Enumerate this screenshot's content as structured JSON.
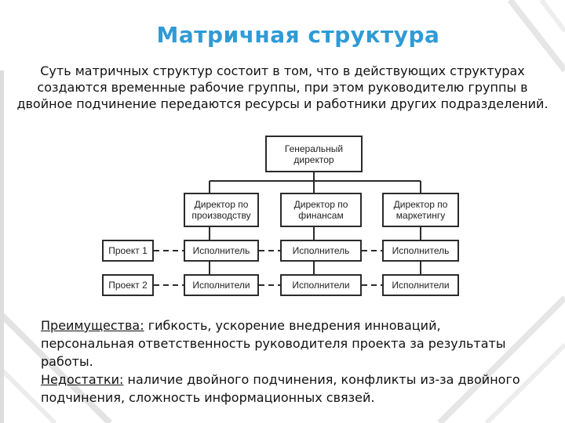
{
  "title": "Матричная структура",
  "intro": "Суть матричных структур состоит в том, что в действующих структурах создаются временные рабочие группы, при этом руководителю группы в двойное подчинение передаются ресурсы и работники других подразделений.",
  "chart": {
    "ceo": [
      "Генеральный",
      "директор"
    ],
    "directors": [
      [
        "Директор по",
        "производству"
      ],
      [
        "Директор по",
        "финансам"
      ],
      [
        "Директор по",
        "маркетингу"
      ]
    ],
    "projects": [
      "Проект 1",
      "Проект 2"
    ],
    "row1_label": "Исполнитель",
    "row2_label": "Исполнители"
  },
  "advantages": {
    "label": "Преимущества:",
    "text": " гибкость, ускорение внедрения инноваций, персональная ответственность руководителя проекта за результаты работы."
  },
  "disadvantages": {
    "label": "Недостатки:",
    "text": " наличие двойного подчинения, конфликты из-за двойного подчинения, сложность информационных связей."
  }
}
